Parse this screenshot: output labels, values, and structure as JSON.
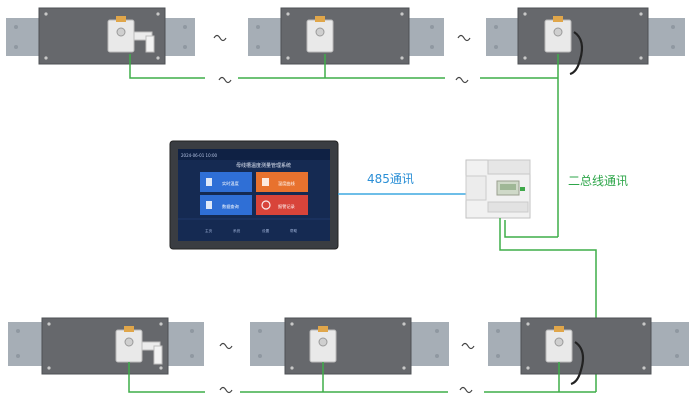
{
  "labels": {
    "rs485": "485通讯",
    "two_wire_bus": "二总线通讯"
  },
  "break_mark": "~",
  "screen": {
    "title": "母线槽温度测量管理系统",
    "header_left": "2024-06-01 10:00",
    "tiles": [
      {
        "label": "实时温度",
        "color": "#2f6fd6"
      },
      {
        "label": "温度曲线",
        "color": "#e8722e"
      },
      {
        "label": "数据查询",
        "color": "#2f6fd6"
      },
      {
        "label": "报警记录",
        "color": "#d8443a"
      }
    ],
    "nav": [
      "主页",
      "系统",
      "设置",
      "帮助"
    ]
  },
  "colors": {
    "rail": "#a6aeb6",
    "rail_dark": "#8f98a1",
    "busbar": "#66686c",
    "busbar_edge": "#4e5054",
    "sensor": "#e9e9e9",
    "green_wire": "#3fae49",
    "blue_wire": "#3fa9e0",
    "label_green": "#2ea64a",
    "label_blue": "#2b8fd6"
  }
}
